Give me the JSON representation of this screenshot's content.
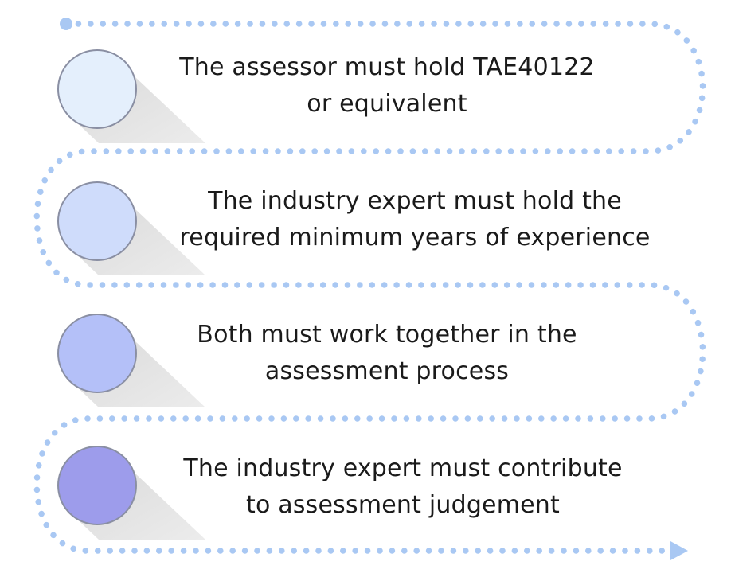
{
  "steps": [
    {
      "lines": [
        "The assessor must hold TAE40122",
        "or equivalent"
      ],
      "circle_color": "#e4effc"
    },
    {
      "lines": [
        "The industry expert must hold the",
        "required minimum years of experience"
      ],
      "circle_color": "#cfdcfb"
    },
    {
      "lines": [
        "Both must work together in the",
        "assessment process"
      ],
      "circle_color": "#b4c0f8"
    },
    {
      "lines": [
        "The industry expert must contribute",
        "to assessment judgement"
      ],
      "circle_color": "#9d9ceb"
    }
  ],
  "colors": {
    "dotted_path": "#a9c8f3",
    "arrow": "#a9c8f3",
    "shadow": "#e3e3e3",
    "circle_border": "#8a8fa3",
    "text": "#1a1a1a"
  }
}
